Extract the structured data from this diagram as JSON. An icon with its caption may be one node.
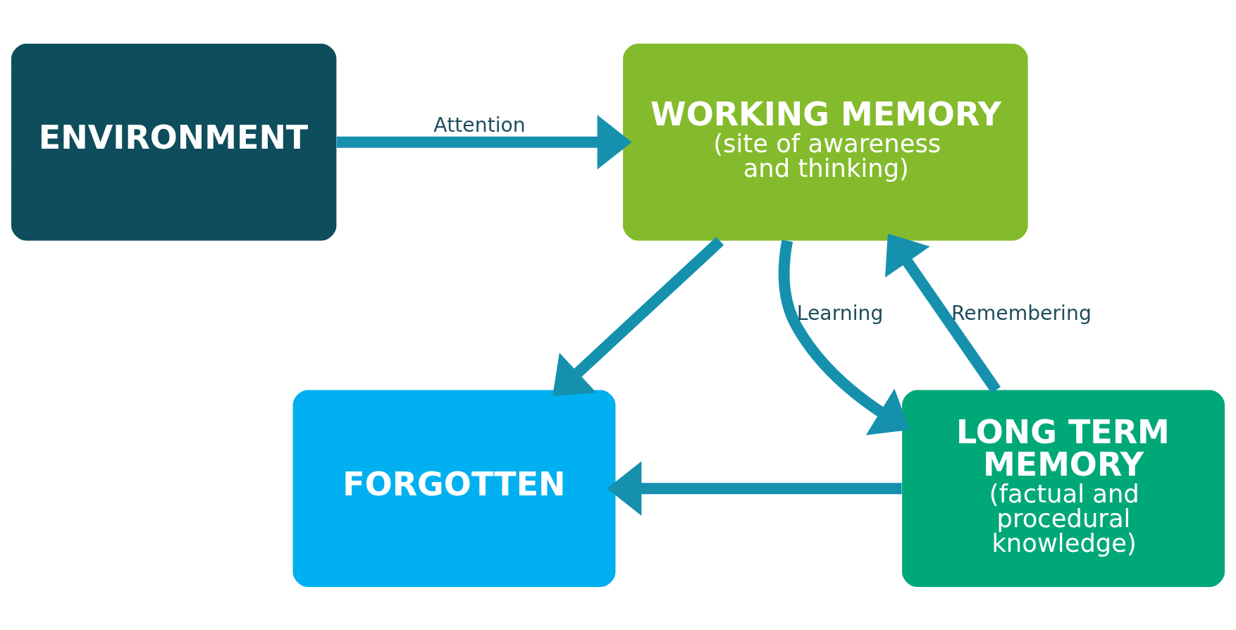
{
  "diagram": {
    "nodes": [
      {
        "text": [
          "ENVIRONMENT"
        ]
      },
      {
        "text": [
          "WORKING MEMORY",
          "(site of awareness and thinking)"
        ]
      },
      {
        "text": [
          "FORGOTTEN"
        ]
      },
      {
        "text": [
          "LONG TERM MEMORY",
          "(factual and procedural knowledge)"
        ]
      }
    ],
    "edges": [
      {
        "from": 0,
        "to": 1,
        "arrow": "to",
        "label": "Attention"
      },
      {
        "from": 1,
        "to": 2,
        "arrow": "to"
      },
      {
        "from": 1,
        "to": 3,
        "arrow": "to",
        "label": "Learning"
      },
      {
        "from": 3,
        "to": 1,
        "arrow": "to",
        "label": "Remembering"
      },
      {
        "from": 3,
        "to": 2,
        "arrow": "to"
      }
    ]
  }
}
